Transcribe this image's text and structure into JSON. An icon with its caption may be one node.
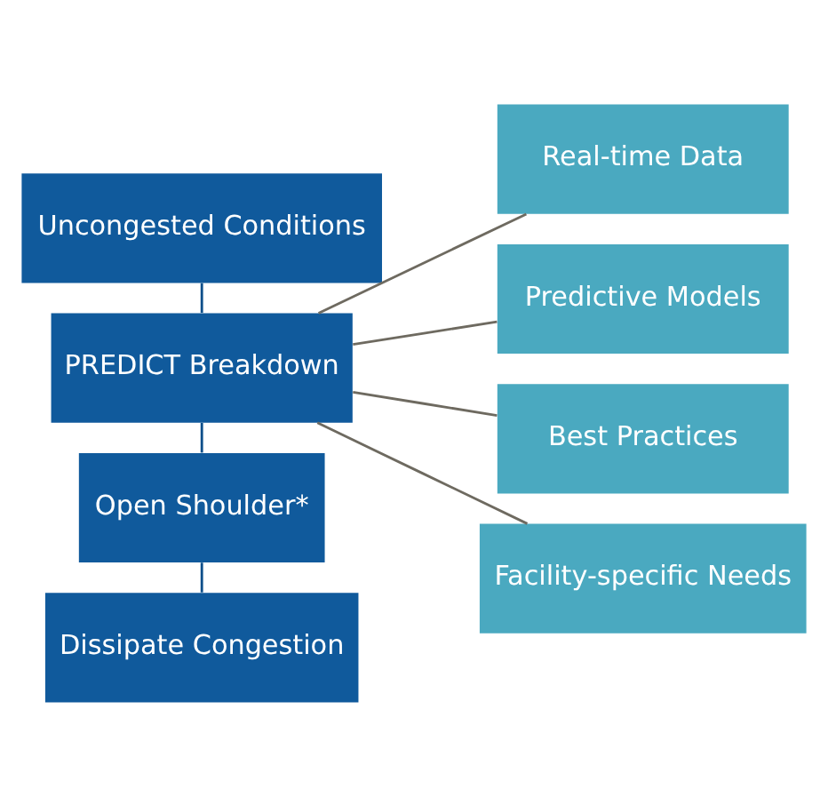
{
  "diagram": {
    "nodes": [
      {
        "text": [
          "Uncongested Conditions"
        ]
      },
      {
        "text": [
          "PREDICT Breakdown"
        ]
      },
      {
        "text": [
          "Open Shoulder*"
        ]
      },
      {
        "text": [
          "Dissipate Congestion"
        ]
      },
      {
        "text": [
          "Real-time Data"
        ]
      },
      {
        "text": [
          "Predictive Models"
        ]
      },
      {
        "text": [
          "Best Practices"
        ]
      },
      {
        "text": [
          "Facility-specific Needs"
        ]
      }
    ],
    "edges": [
      {
        "from": 0,
        "to": 1,
        "arrow": "none",
        "color": "#0d4f8a"
      },
      {
        "from": 1,
        "to": 2,
        "arrow": "none",
        "color": "#0d4f8a"
      },
      {
        "from": 2,
        "to": 3,
        "arrow": "none",
        "color": "#0d4f8a"
      },
      {
        "from": 1,
        "to": 4,
        "arrow": "none"
      },
      {
        "from": 1,
        "to": 5,
        "arrow": "none"
      },
      {
        "from": 1,
        "to": 6,
        "arrow": "none"
      },
      {
        "from": 1,
        "to": 7,
        "arrow": "none"
      }
    ]
  }
}
